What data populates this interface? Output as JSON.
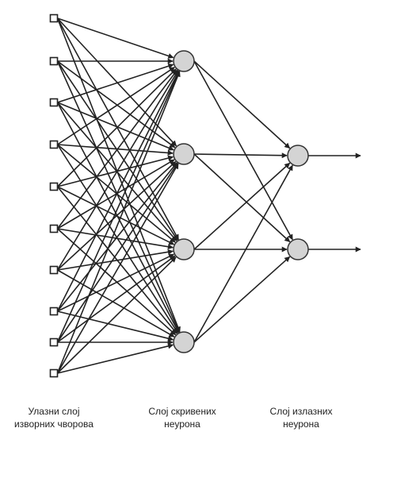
{
  "diagram": {
    "input_layer_label": [
      "Улазни слој",
      "изворних чворова"
    ],
    "hidden_layer_label": [
      "Слој скривених",
      "неурона"
    ],
    "output_layer_label": [
      "Слој излазних",
      "неурона"
    ],
    "input_node_count": 10,
    "hidden_neuron_count": 4,
    "output_neuron_count": 2,
    "fully_connected": true,
    "colors": {
      "edge": "#222222",
      "neuron_fill": "#d4d4d4",
      "neuron_stroke": "#333333",
      "input_node_fill": "#ffffff"
    }
  }
}
